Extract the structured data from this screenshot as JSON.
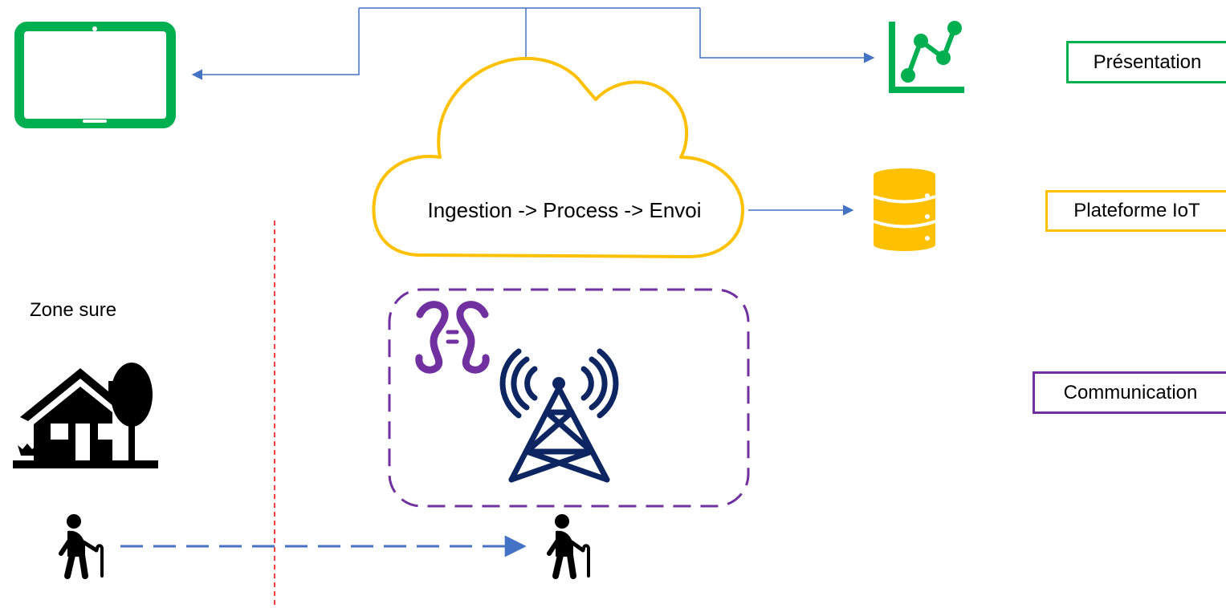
{
  "cloud": {
    "label": "Ingestion -> Process -> Envoi"
  },
  "zone": {
    "label": "Zone sure"
  },
  "legend": [
    {
      "label": "Présentation",
      "color": "#00b050"
    },
    {
      "label": "Plateforme IoT",
      "color": "#ffc000"
    },
    {
      "label": "Communication",
      "color": "#7030a0"
    }
  ],
  "colors": {
    "presentation": "#00b050",
    "platform": "#ffc000",
    "communication": "#7030a0",
    "tower": "#0d2561",
    "arrow": "#4472c4",
    "boundary": "#ff0000",
    "person": "#000000"
  },
  "icons": {
    "tablet": "tablet-icon",
    "chart": "line-chart-icon",
    "database": "database-icon",
    "network": "network-protocol-logo-icon",
    "tower": "cell-tower-icon",
    "house": "house-icon",
    "elderly_person": "elderly-person-icon"
  }
}
